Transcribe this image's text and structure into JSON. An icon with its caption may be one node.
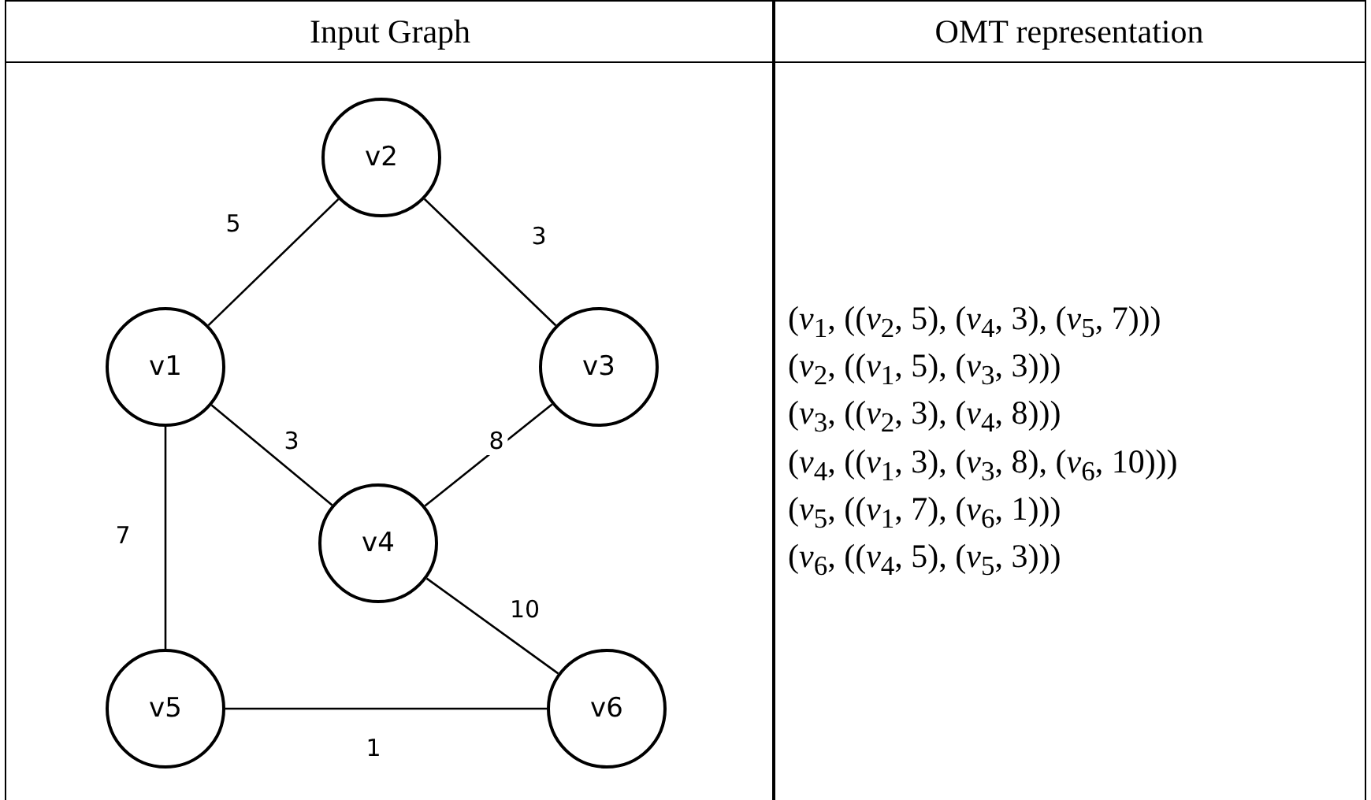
{
  "diagram": {
    "nodes": [
      {
        "text": [
          "v2"
        ]
      },
      {
        "text": [
          "v1"
        ]
      },
      {
        "text": [
          "v3"
        ]
      },
      {
        "text": [
          "v4"
        ]
      },
      {
        "text": [
          "v5"
        ]
      },
      {
        "text": [
          "v6"
        ]
      }
    ],
    "edges": [
      {
        "from": 1,
        "to": 0,
        "arrow": "none",
        "label": "5"
      },
      {
        "from": 0,
        "to": 2,
        "arrow": "none",
        "label": "3"
      },
      {
        "from": 1,
        "to": 3,
        "arrow": "none",
        "label": "3"
      },
      {
        "from": 2,
        "to": 3,
        "arrow": "none",
        "label": "8"
      },
      {
        "from": 1,
        "to": 4,
        "arrow": "none",
        "label": "7"
      },
      {
        "from": 3,
        "to": 5,
        "arrow": "none",
        "label": "10"
      },
      {
        "from": 4,
        "to": 5,
        "arrow": "none",
        "label": "1"
      }
    ],
    "labels": [
      "Input Graph",
      "OMT representation",
      "(*v*$_{1}$, ((*v*$_{2}$, 5), (*v*$_{4}$, 3), (*v*$_{5}$, 7)))",
      "(*v*$_{2}$, ((*v*$_{1}$, 5), (*v*$_{3}$, 3)))",
      "(*v*$_{3}$, ((*v*$_{2}$, 3), (*v*$_{4}$, 8)))",
      "(*v*$_{4}$, ((*v*$_{1}$, 3), (*v*$_{3}$, 8), (*v*$_{6}$, 10)))",
      "(*v*$_{5}$, ((*v*$_{1}$, 7), (*v*$_{6}$, 1)))",
      "(*v*$_{6}$, ((*v*$_{4}$, 5), (*v*$_{5}$, 3)))"
    ]
  }
}
